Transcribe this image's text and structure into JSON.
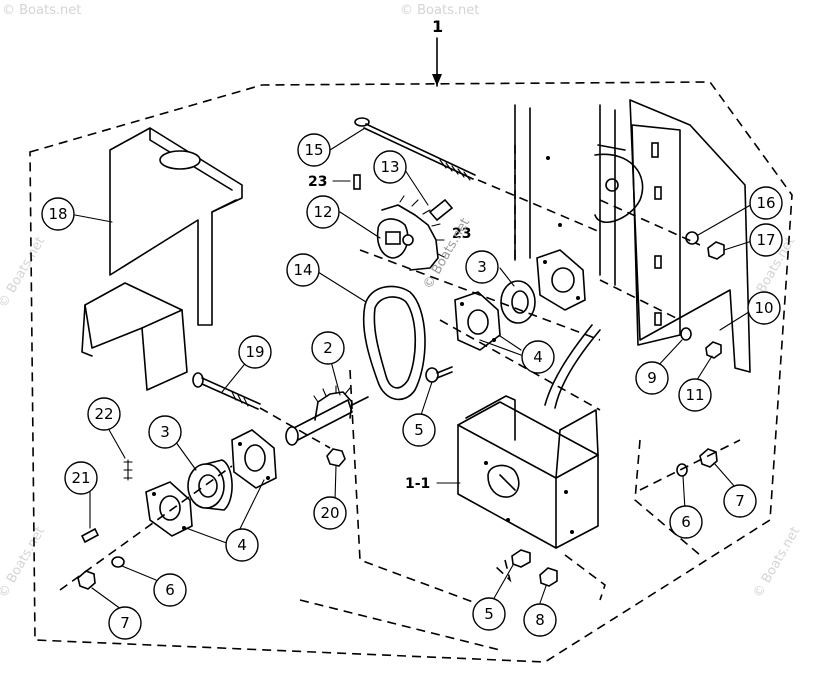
{
  "diagram": {
    "assembly_label": "1",
    "subassembly_label": "1-1",
    "callouts": {
      "c2": "2",
      "c3a": "3",
      "c3b": "3",
      "c4a": "4",
      "c4b": "4",
      "c5a": "5",
      "c5b": "5",
      "c6a": "6",
      "c6b": "6",
      "c7a": "7",
      "c7b": "7",
      "c8": "8",
      "c9": "9",
      "c10": "10",
      "c11": "11",
      "c12": "12",
      "c13": "13",
      "c14": "14",
      "c15": "15",
      "c16": "16",
      "c17": "17",
      "c18": "18",
      "c19": "19",
      "c20": "20",
      "c21": "21",
      "c22": "22"
    },
    "plain_labels": {
      "l23a": "23",
      "l23b": "23"
    }
  },
  "watermark": {
    "center_text": "© Boats.net",
    "corner_text": "© Boats.net"
  }
}
